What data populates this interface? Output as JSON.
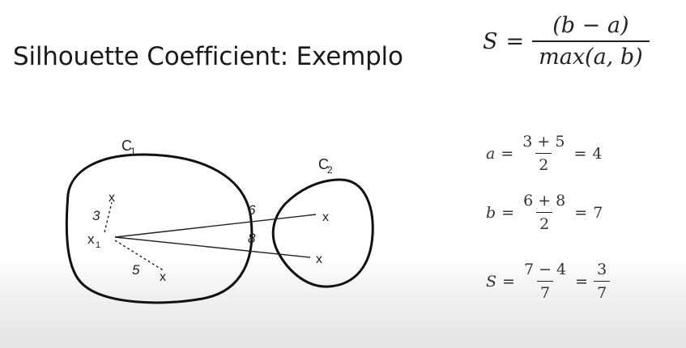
{
  "title": "Silhouette Coefficient: Exemplo",
  "formula": {
    "lhs": "S",
    "numerator": "(b − a)",
    "denominator": "max(a, b)"
  },
  "diagram": {
    "cluster1_label": "C",
    "cluster1_sub": "1",
    "cluster2_label": "C",
    "cluster2_sub": "2",
    "point_label": "x",
    "point_sub": "1",
    "marker": "x",
    "dist_3": "3",
    "dist_5": "5",
    "dist_6": "6",
    "dist_8": "8"
  },
  "equations": {
    "a": {
      "lhs": "a",
      "num": "3 + 5",
      "den": "2",
      "result": "4"
    },
    "b": {
      "lhs": "b",
      "num": "6 + 8",
      "den": "2",
      "result": "7"
    },
    "s": {
      "lhs": "S",
      "num": "7 − 4",
      "den": "7",
      "res_num": "3",
      "res_den": "7"
    }
  },
  "operators": {
    "equals": "="
  }
}
